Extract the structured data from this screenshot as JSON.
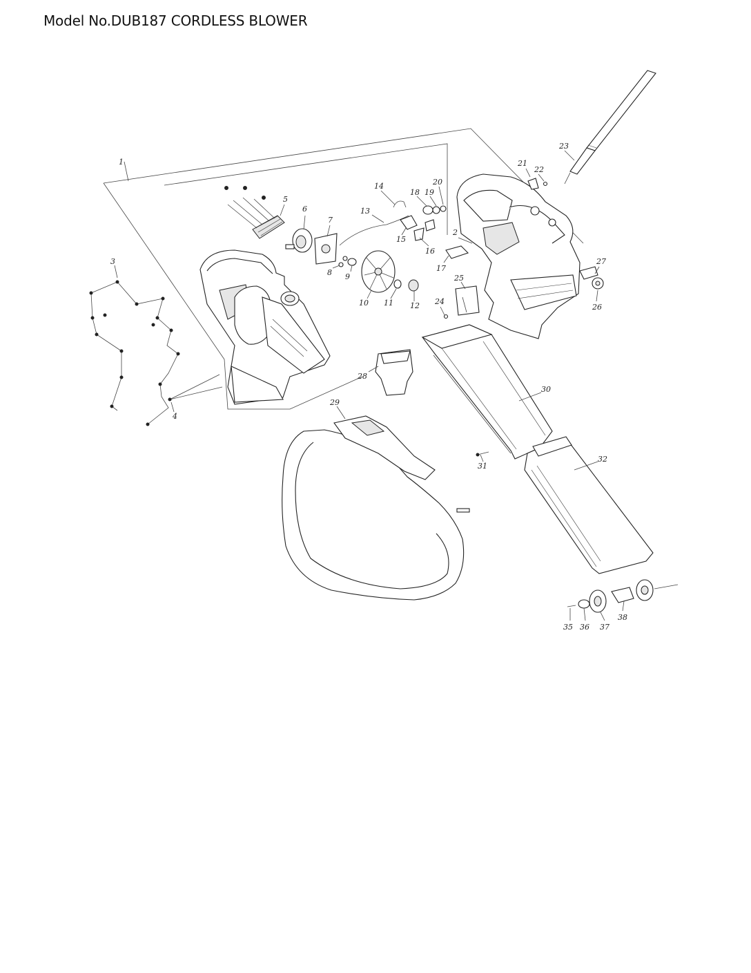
{
  "header": {
    "title": "Model No.DUB187 CORDLESS BLOWER"
  },
  "diagram": {
    "callouts": [
      "1",
      "2",
      "3",
      "4",
      "5",
      "6",
      "7",
      "8",
      "9",
      "10",
      "11",
      "12",
      "13",
      "14",
      "15",
      "16",
      "17",
      "18",
      "19",
      "20",
      "21",
      "22",
      "23",
      "24",
      "25",
      "26",
      "27",
      "28",
      "29",
      "30",
      "31",
      "32",
      "35",
      "36",
      "37",
      "38"
    ]
  }
}
